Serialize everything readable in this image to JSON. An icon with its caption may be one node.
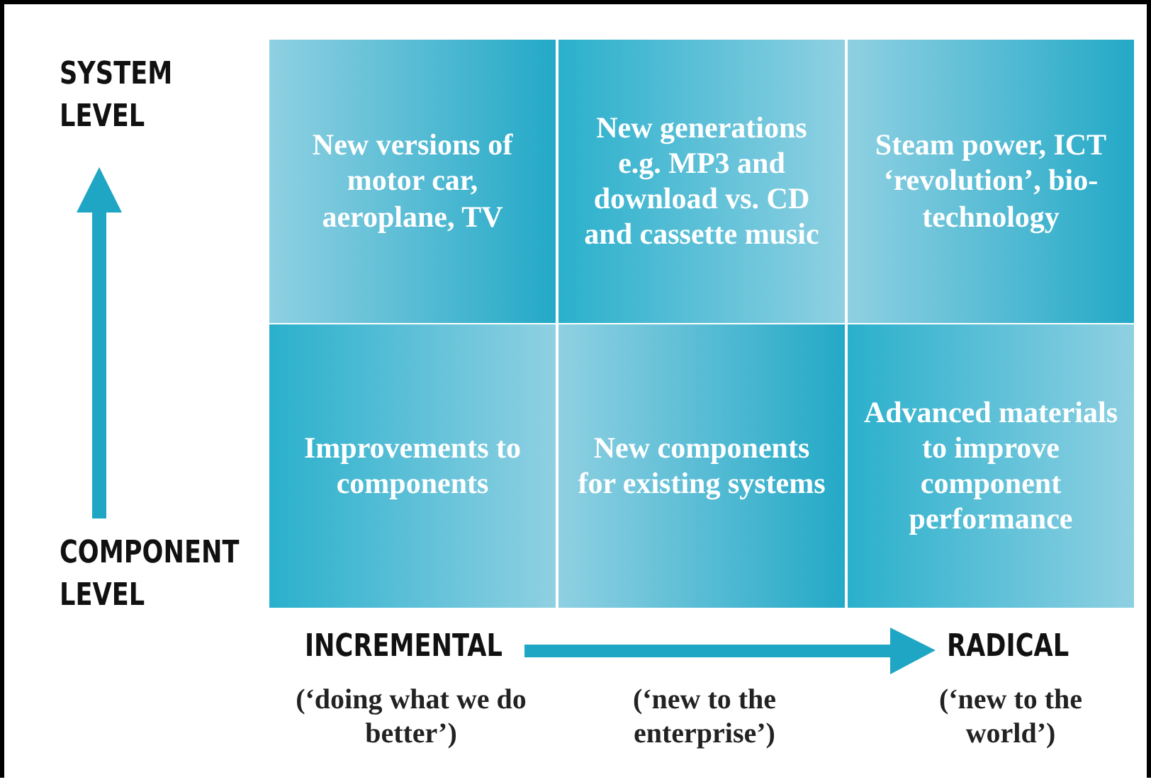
{
  "diagram": {
    "nodes": [
      {
        "text": [
          "New versions of motor car, aeroplane, TV"
        ]
      },
      {
        "text": [
          "New generations e.g. MP3 and download vs. CD and cassette music"
        ]
      },
      {
        "text": [
          "Steam power, ICT ‘revolution’, bio-technology"
        ]
      },
      {
        "text": [
          "Improvements to components"
        ]
      },
      {
        "text": [
          "New components for existing systems"
        ]
      },
      {
        "text": [
          "Advanced materials to improve component performance"
        ]
      }
    ],
    "labels": [
      "SYSTEM LEVEL",
      "COMPONENT LEVEL",
      "INCREMENTAL",
      "RADICAL",
      "(‘doing what we do better’)",
      "(‘new to the enterprise’)",
      "(‘new to the world’)"
    ]
  }
}
